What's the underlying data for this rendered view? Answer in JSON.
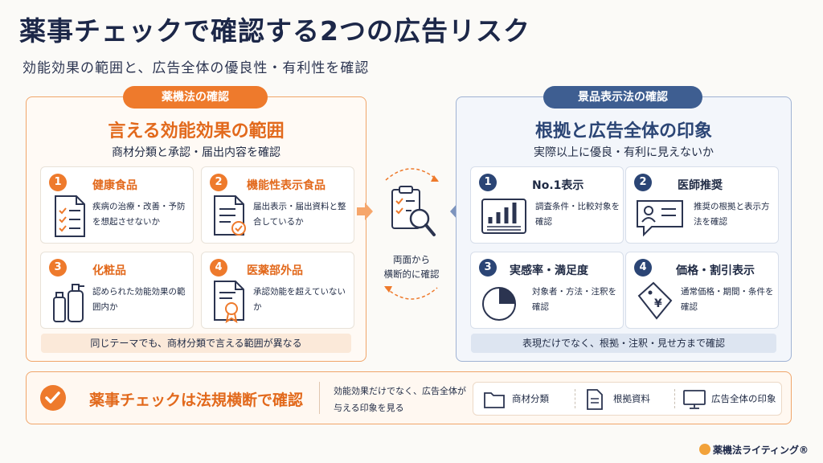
{
  "title": "薬事チェックで確認する2つの広告リスク",
  "subtitle": "効能効果の範囲と、広告全体の優良性・有利性を確認",
  "left": {
    "tag": "薬機法の確認",
    "heading": "言える効能効果の範囲",
    "sub": "商材分類と承認・届出内容を確認",
    "cards": [
      {
        "num": "1",
        "title": "健康食品",
        "desc": "疾病の治療・改善・予防を想起させないか",
        "icon": "checklist-document-icon"
      },
      {
        "num": "2",
        "title": "機能性表示食品",
        "desc": "届出表示・届出資料と整合しているか",
        "icon": "document-check-icon"
      },
      {
        "num": "3",
        "title": "化粧品",
        "desc": "認められた効能効果の範囲内か",
        "icon": "cosmetics-bottles-icon"
      },
      {
        "num": "4",
        "title": "医薬部外品",
        "desc": "承認効能を超えていないか",
        "icon": "certificate-icon"
      }
    ],
    "note": "同じテーマでも、商材分類で言える範囲が異なる"
  },
  "center": {
    "line1": "両面から",
    "line2": "横断的に確認",
    "icon": "checklist-magnifier-icon"
  },
  "right": {
    "tag": "景品表示法の確認",
    "heading": "根拠と広告全体の印象",
    "sub": "実際以上に優良・有利に見えないか",
    "cards": [
      {
        "num": "1",
        "title": "No.1表示",
        "desc": "調査条件・比較対象を確認",
        "icon": "bar-chart-icon"
      },
      {
        "num": "2",
        "title": "医師推奨",
        "desc": "推奨の根拠と表示方法を確認",
        "icon": "doctor-id-card-icon"
      },
      {
        "num": "3",
        "title": "実感率・満足度",
        "desc": "対象者・方法・注釈を確認",
        "icon": "pie-chart-icon"
      },
      {
        "num": "4",
        "title": "価格・割引表示",
        "desc": "通常価格・期間・条件を確認",
        "icon": "yen-price-tag-icon"
      }
    ],
    "note": "表現だけでなく、根拠・注釈・見せ方まで確認"
  },
  "bottom": {
    "main": "薬事チェックは法規横断で確認",
    "sub": "効能効果だけでなく、広告全体が与える印象を見る",
    "items": [
      {
        "label": "商材分類",
        "icon": "folder-icon"
      },
      {
        "label": "根拠資料",
        "icon": "document-icon"
      },
      {
        "label": "広告全体の印象",
        "icon": "monitor-icon"
      }
    ]
  },
  "footer": "薬機法ライティング®",
  "colors": {
    "orange": "#ee7a2c",
    "navy": "#2b4575",
    "title": "#1c2748"
  }
}
